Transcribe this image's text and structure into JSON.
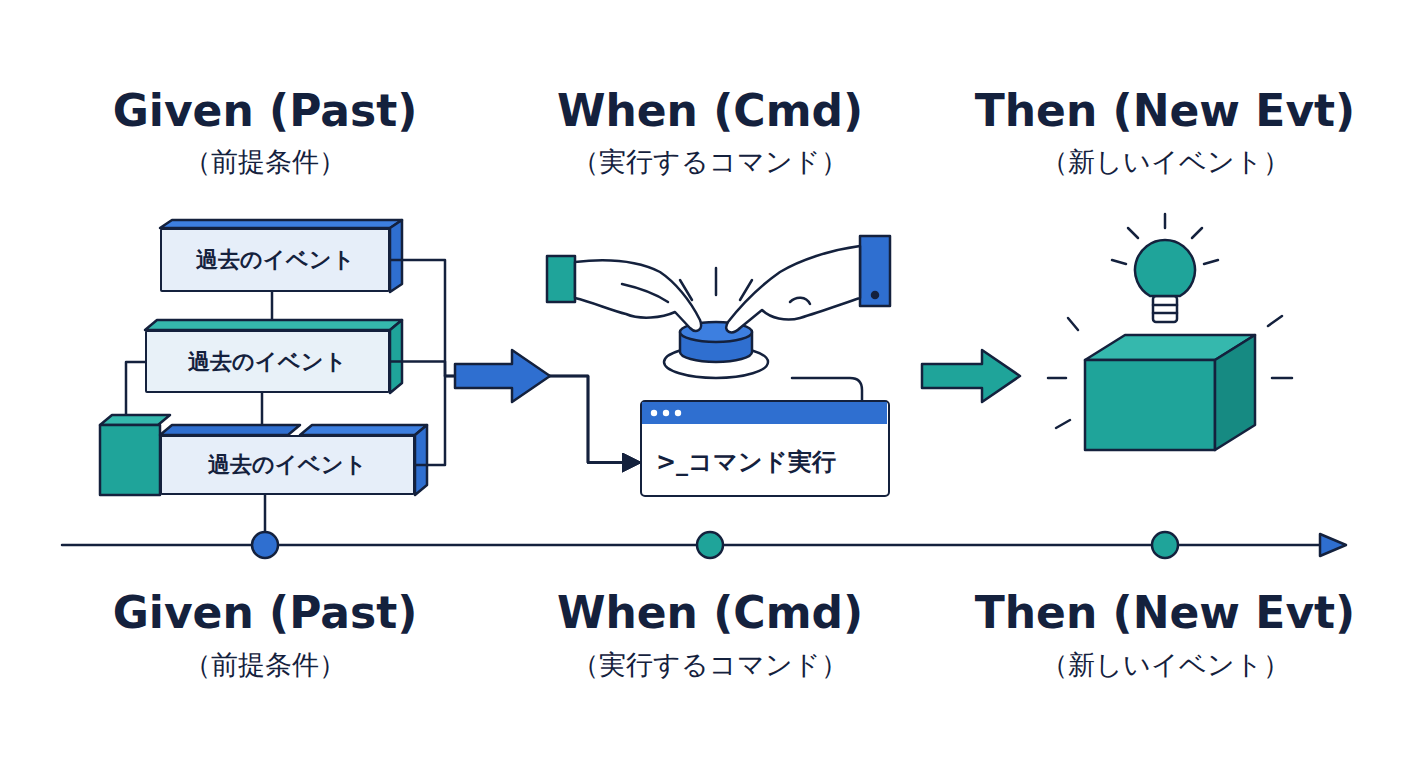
{
  "diagram": {
    "nodes": [
      {
        "text": [
          "過去のイベント"
        ]
      },
      {
        "text": [
          "過去のイベント"
        ]
      },
      {
        "text": [
          "過去のイベント"
        ]
      },
      {
        "text": [
          ">_コマンド実行"
        ]
      }
    ],
    "edges": [
      {
        "from": 0,
        "to": 3,
        "arrow": "to"
      },
      {
        "from": 1,
        "to": 3,
        "arrow": "to"
      },
      {
        "from": 2,
        "to": 3,
        "arrow": "to"
      }
    ],
    "labels": [
      "Given (Past)",
      "（前提条件）",
      "When (Cmd)",
      "（実行するコマンド）",
      "Then (New Evt)",
      "（新しいイベント）",
      "Given (Past)",
      "（前提条件）",
      "When (Cmd)",
      "（実行するコマンド）",
      "Then (New Evt)",
      "（新しいイベント）"
    ]
  }
}
